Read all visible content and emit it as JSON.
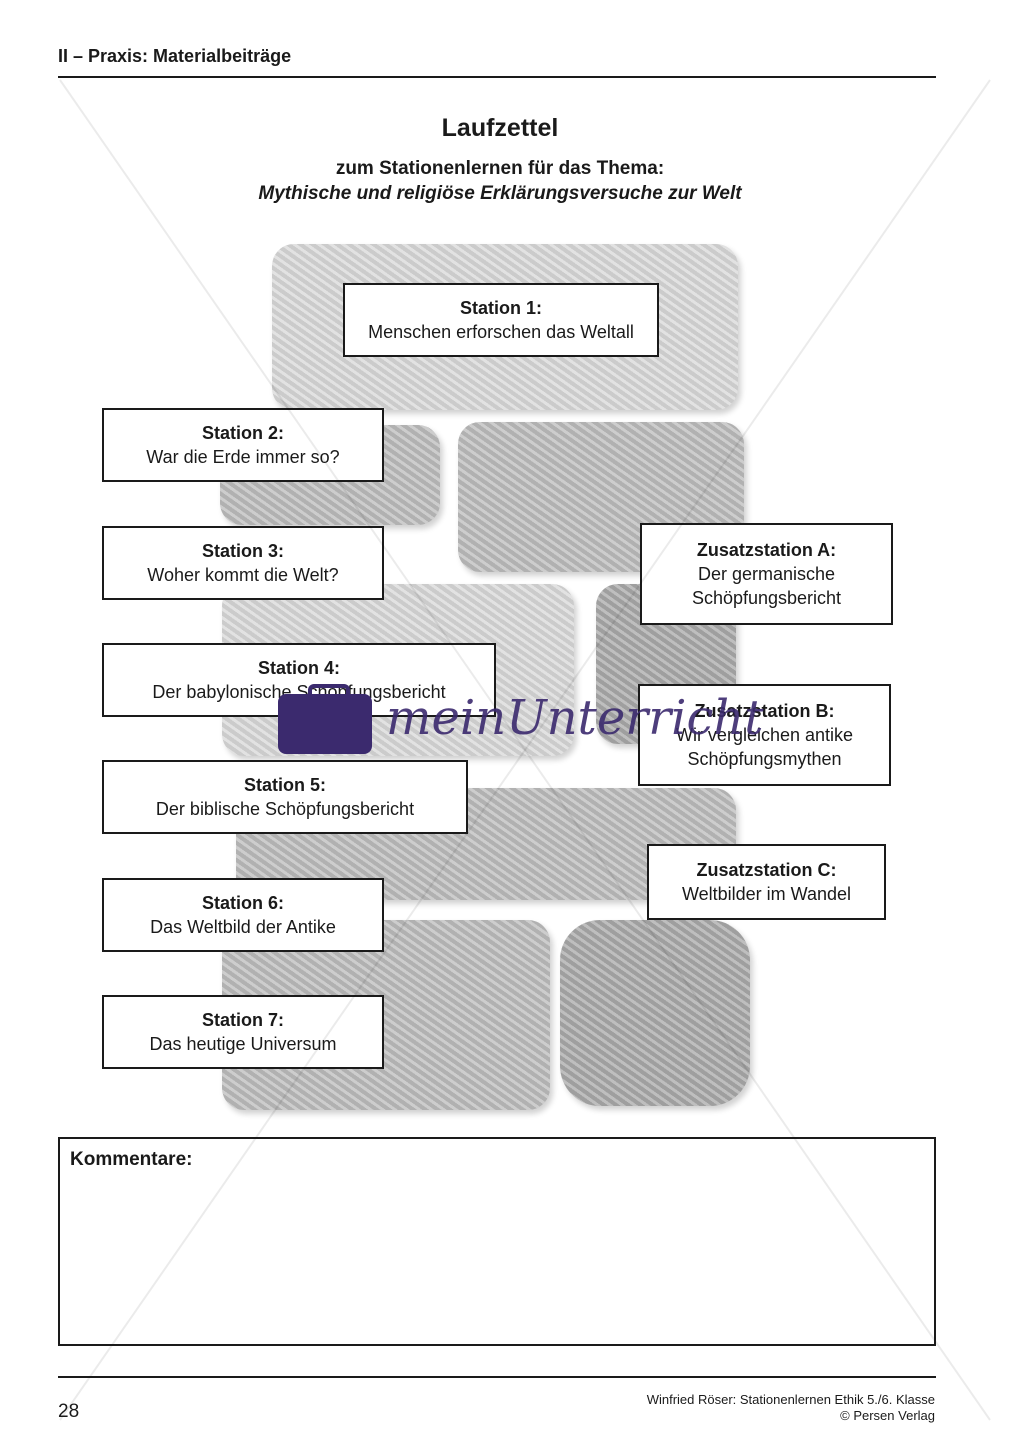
{
  "header": {
    "section": "II – Praxis: Materialbeiträge"
  },
  "title": "Laufzettel",
  "subtitle": "zum Stationenlernen für das Thema:",
  "theme": "Mythische und religiöse Erklärungsversuche zur Welt",
  "stations": [
    {
      "label": "Station 1:",
      "text": "Menschen erforschen das Weltall"
    },
    {
      "label": "Station 2:",
      "text": "War die Erde immer so?"
    },
    {
      "label": "Station 3:",
      "text": "Woher kommt die Welt?"
    },
    {
      "label": "Station 4:",
      "text": "Der babylonische Schöpfungsbericht"
    },
    {
      "label": "Station 5:",
      "text": "Der biblische Schöpfungsbericht"
    },
    {
      "label": "Station 6:",
      "text": "Das Weltbild der Antike"
    },
    {
      "label": "Station 7:",
      "text": "Das heutige Universum"
    }
  ],
  "extra_stations": [
    {
      "label": "Zusatzstation A:",
      "line1": "Der germanische",
      "line2": "Schöpfungsbericht"
    },
    {
      "label": "Zusatzstation B:",
      "line1": "Wir vergleichen antike",
      "line2": "Schöpfungsmythen"
    },
    {
      "label": "Zusatzstation C:",
      "line1": "Weltbilder im Wandel"
    }
  ],
  "comments": {
    "label": "Kommentare:"
  },
  "footer": {
    "page": "28",
    "author_line": "Winfried Röser: Stationenlernen Ethik 5./6. Klasse",
    "publisher": "© Persen Verlag"
  },
  "watermark": {
    "text": "meinUnterricht"
  }
}
